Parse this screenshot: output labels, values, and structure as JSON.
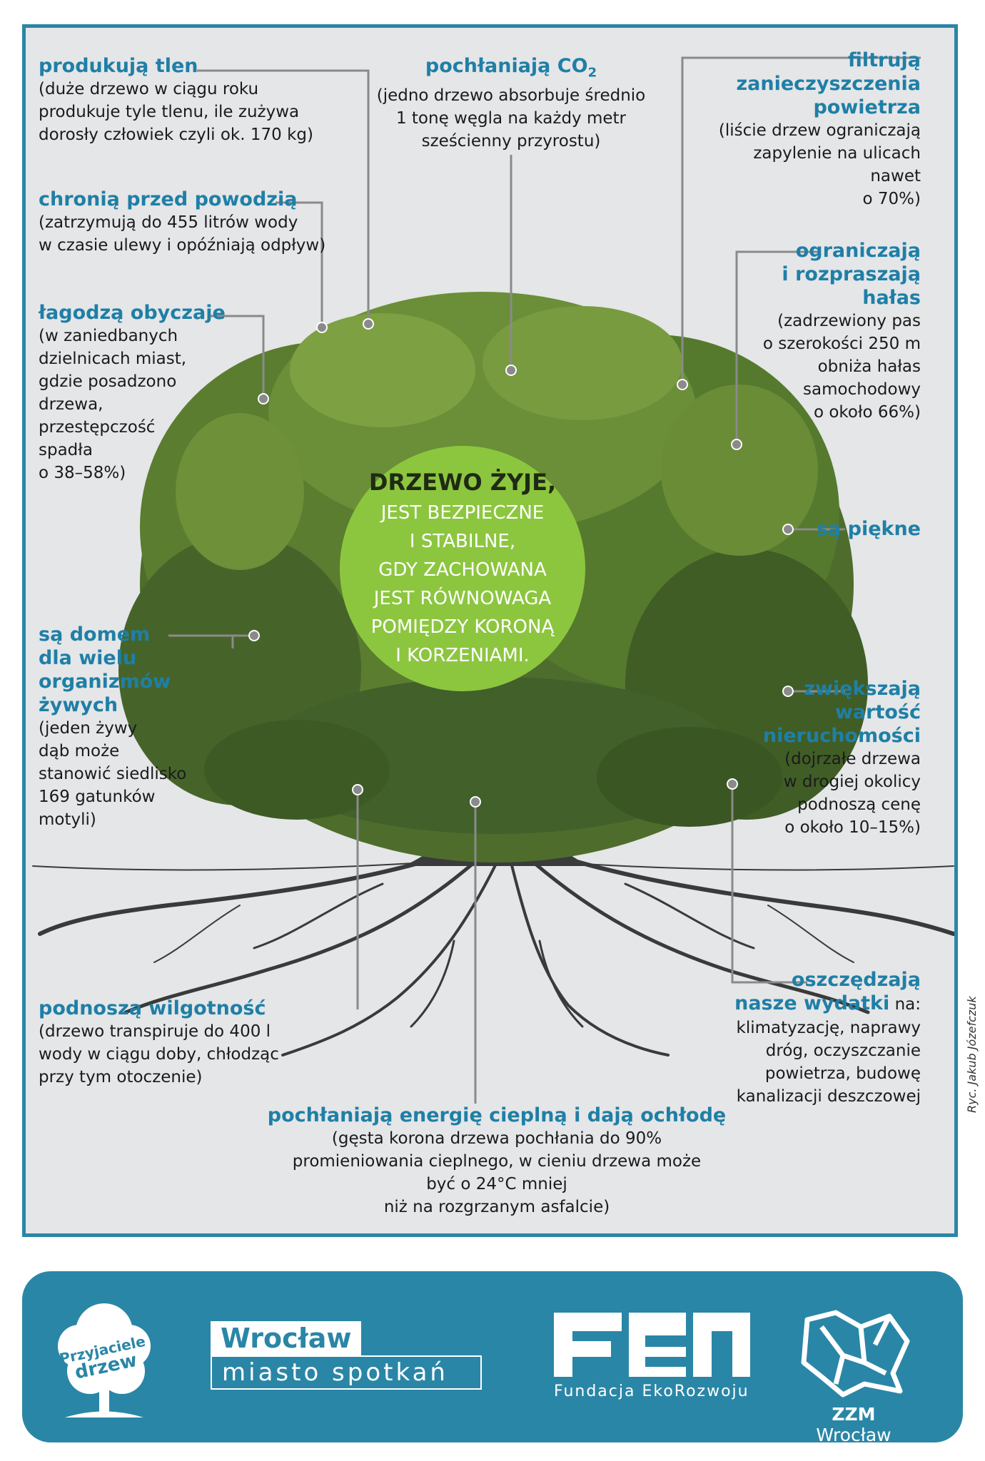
{
  "labels": {
    "oxygen": {
      "heading": "produkują tlen",
      "desc": [
        "(duże drzewo w ciągu roku",
        "produkuje tyle tlenu, ile zużywa",
        "dorosły człowiek czyli ok. 170 kg)"
      ]
    },
    "co2": {
      "heading": "pochłaniają CO",
      "heading_sub": "2",
      "desc": [
        "(jedno drzewo absorbuje średnio",
        "1 tonę węgla na każdy metr",
        "sześcienny przyrostu)"
      ]
    },
    "filter": {
      "heading": [
        "filtrują",
        "zanieczyszczenia",
        "powietrza"
      ],
      "desc": [
        "(liście drzew ograniczają",
        "zapylenie na ulicach nawet",
        "o 70%)"
      ]
    },
    "flood": {
      "heading": "chronią przed powodzią",
      "desc": [
        "(zatrzymują do 455 litrów wody",
        "w czasie ulewy i opóźniają odpływ)"
      ]
    },
    "noise": {
      "heading": [
        "ograniczają",
        "i rozpraszają hałas"
      ],
      "desc": [
        "(zadrzewiony pas",
        "o szerokości 250 m",
        "obniża hałas",
        "samochodowy",
        "o około 66%)"
      ]
    },
    "manners": {
      "heading": "łagodzą obyczaje",
      "desc": [
        "(w zaniedbanych",
        "dzielnicach miast,",
        "gdzie posadzono",
        "drzewa,",
        "przestępczość",
        "spadła",
        "o 38–58%)"
      ]
    },
    "beauty": {
      "heading": "są piękne"
    },
    "home": {
      "heading": [
        "są domem",
        "dla wielu",
        "organizmów",
        "żywych"
      ],
      "desc": [
        "(jeden żywy",
        "dąb może",
        "stanowić siedlisko",
        "169 gatunków",
        "motyli)"
      ]
    },
    "value": {
      "heading": [
        "zwiększają",
        "wartość",
        "nieruchomości"
      ],
      "desc": [
        "(dojrzałe drzewa",
        "w drogiej okolicy",
        "podnoszą cenę",
        "o około 10–15%)"
      ]
    },
    "humidity": {
      "heading": "podnoszą wilgotność",
      "desc": [
        "(drzewo transpiruje do 400 l",
        "wody w ciągu doby, chłodząc",
        "przy tym otoczenie)"
      ]
    },
    "savings": {
      "heading": [
        "oszczędzają",
        "nasze wydatki"
      ],
      "heading_tail": " na:",
      "desc": [
        "klimatyzację, naprawy",
        "dróg, oczyszczanie",
        "powietrza, budowę",
        "kanalizacji deszczowej"
      ]
    },
    "heat": {
      "heading": "pochłaniają energię cieplną i dają ochłodę",
      "desc": [
        "(gęsta korona drzewa pochłania do 90%",
        "promieniowania cieplnego, w cieniu drzewa może",
        "być o 24°C mniej",
        "niż na rozgrzanym asfalcie)"
      ]
    }
  },
  "center": {
    "title": "DRZEWO ŻYJE",
    "title_tail": ",",
    "lines": [
      "JEST BEZPIECZNE",
      "I STABILNE,",
      "GDY ZACHOWANA",
      "JEST RÓWNOWAGA",
      "POMIĘDZY KORONĄ",
      "I KORZENIAMI."
    ]
  },
  "credit": "Ryc. Jakub Józefczuk",
  "footer": {
    "logo1_text": [
      "Przyjaciele",
      "drzew"
    ],
    "logo2_top": "Wrocław",
    "logo2_bottom": "miasto spotkań",
    "logo3_mark": "feri",
    "logo3_sub": "Fundacja EkoRozwoju",
    "logo4_bold": "ZZM",
    "logo4_rest": " Wrocław"
  },
  "colors": {
    "accent": "#2a86a6",
    "heading": "#1f7fa6",
    "circle": "#8cc63f",
    "background": "#e5e6e8"
  }
}
